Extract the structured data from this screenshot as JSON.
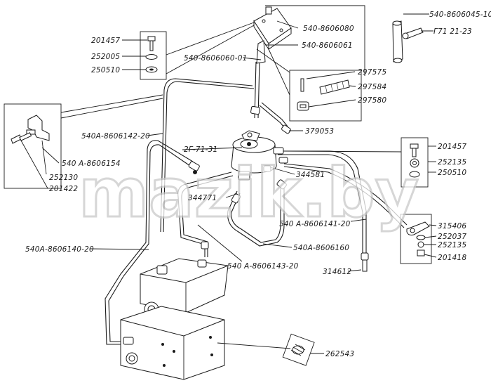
{
  "watermark": "mazik.by",
  "labels": {
    "l540_8606045_10": "540-8606045-10",
    "l771_21_23": "Г71 21-23",
    "l540_8606080": "540-8606080",
    "l540_8606061": "540-8606061",
    "l540_8606060_01": "540-8606060-01",
    "l201457_top": "201457",
    "l252005": "252005",
    "l250510_top": "250510",
    "l297575": "297575",
    "l297584": "297584",
    "l297580": "297580",
    "l379053": "379053",
    "l540A_8606142_20": "540A-8606142-20",
    "l2G_71_31": "2Г-71-31",
    "l201457_right": "201457",
    "l252135_right": "252135",
    "l250510_right": "250510",
    "l540A_8606154": "540 А-8606154",
    "l252130": "252130",
    "l201422": "201422",
    "l344771": "344771",
    "l344581": "344581",
    "l540A_8606141_20": "540 А-8606141-20",
    "l315406": "315406",
    "l252037": "252037",
    "l252135_low": "252135",
    "l201418": "201418",
    "l540A_8606140_20": "540А-8606140-20",
    "l540A_8606160": "540А-8606160",
    "l540A_8606143_20": "540 А-8606143-20",
    "l314612": "314612",
    "l262543": "262543"
  }
}
